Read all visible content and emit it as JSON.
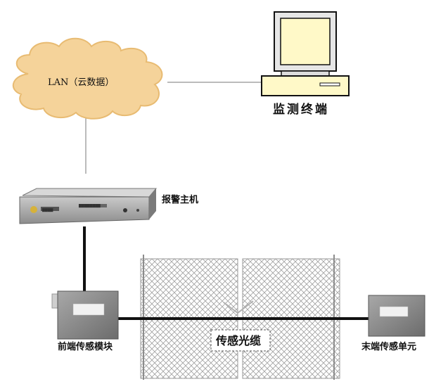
{
  "labels": {
    "lan": "LAN（云数据）",
    "monitor": "监测终端",
    "alarm_host": "报警主机",
    "front_module": "前端传感模块",
    "end_unit": "末端传感单元",
    "fiber_cable": "传感光缆"
  },
  "device_text": {
    "host_brand": "▇▇▇▇",
    "host_model": "▇▇▇▇▇▇▇▇"
  },
  "colors": {
    "cloud_fill": "#f5d39a",
    "cloud_edge": "#e8bb72",
    "thick_line": "#111111",
    "thin_line": "#777777",
    "fence_mesh": "#9a9a9a",
    "device_gray": "#8e8e8e"
  }
}
